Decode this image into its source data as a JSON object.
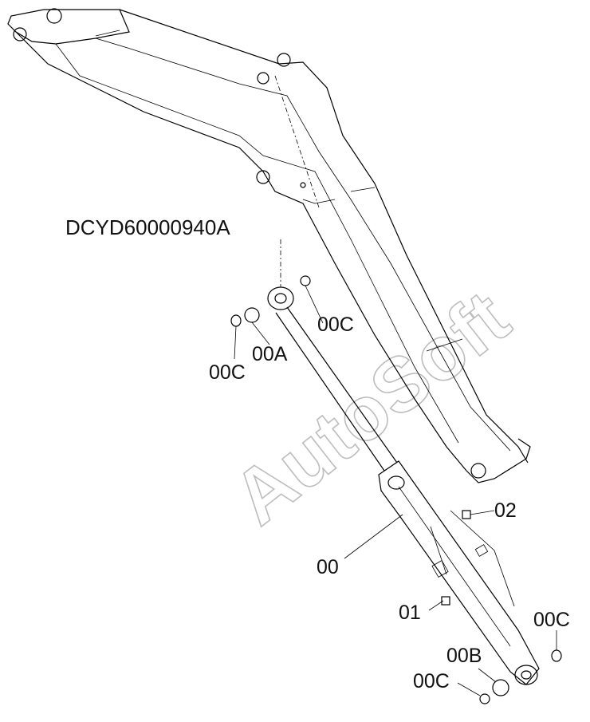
{
  "drawing": {
    "reference_code": "DCYD60000940A",
    "watermark": "AutoSoft",
    "colors": {
      "line": "#000000",
      "watermark": "#bdbdbd",
      "background": "#ffffff"
    }
  },
  "callouts": [
    {
      "id": "00C",
      "label": "00C"
    },
    {
      "id": "00A",
      "label": "00A"
    },
    {
      "id": "00C",
      "label": "00C"
    },
    {
      "id": "00",
      "label": "00"
    },
    {
      "id": "02",
      "label": "02"
    },
    {
      "id": "01",
      "label": "01"
    },
    {
      "id": "00C",
      "label": "00C"
    },
    {
      "id": "00B",
      "label": "00B"
    },
    {
      "id": "00C",
      "label": "00C"
    }
  ]
}
